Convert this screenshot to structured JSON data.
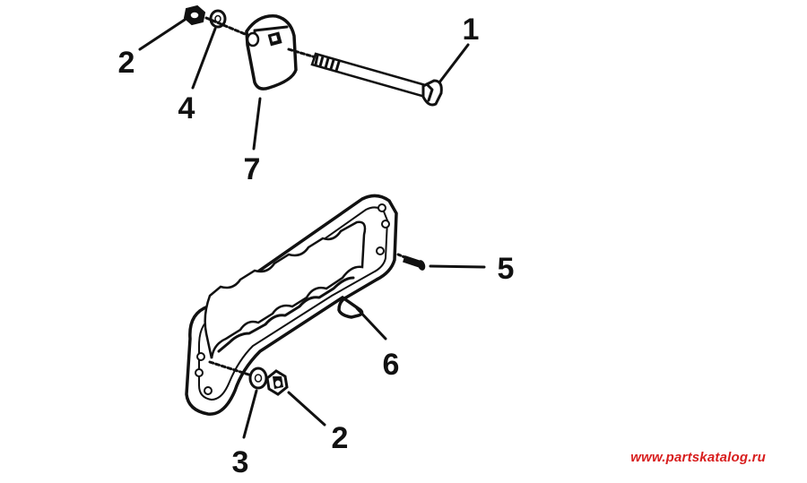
{
  "callouts": {
    "c1": "1",
    "c2_top": "2",
    "c4": "4",
    "c7": "7",
    "c5": "5",
    "c6": "6",
    "c2_bottom": "2",
    "c3": "3"
  },
  "watermark": "www.partskatalog.ru",
  "colors": {
    "ink": "#111111",
    "background": "#ffffff",
    "watermark": "#d81e1e"
  }
}
